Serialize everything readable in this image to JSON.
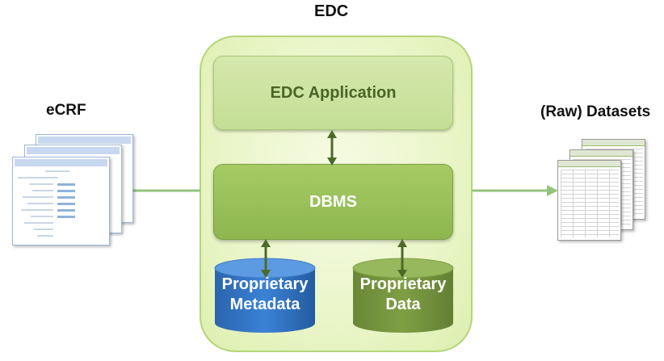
{
  "diagram": {
    "title": "EDC",
    "left_label": "eCRF",
    "right_label": "(Raw) Datasets",
    "application_box": "EDC Application",
    "dbms_box": "DBMS",
    "metadata_store": {
      "line1": "Proprietary",
      "line2": "Metadata"
    },
    "data_store": {
      "line1": "Proprietary",
      "line2": "Data"
    }
  },
  "colors": {
    "container_fill": "#eaf5c8",
    "application_fill": "#cde4a3",
    "dbms_fill": "#99c05a",
    "metadata_cylinder": "#2e6fc0",
    "data_cylinder": "#77953f",
    "arrow": "#93c47d"
  },
  "icons": {
    "left": "ecrf-forms-icon",
    "right": "spreadsheets-icon"
  }
}
